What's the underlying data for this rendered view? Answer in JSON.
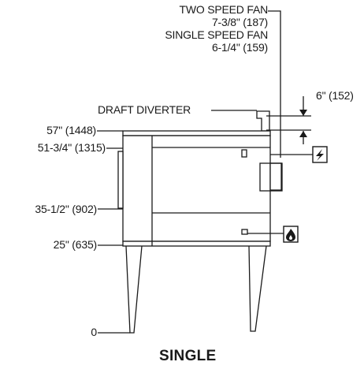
{
  "fan_callout": {
    "two_speed_label": "TWO SPEED FAN",
    "two_speed_dim": "7-3/8\" (187)",
    "single_speed_label": "SINGLE SPEED FAN",
    "single_speed_dim": "6-1/4\" (159)"
  },
  "draft_diverter_label": "DRAFT DIVERTER",
  "top_clearance_dim": "6\" (152)",
  "heights": {
    "overall": "57\" (1448)",
    "top_section": "51-3/4\" (1315)",
    "handle_low": "35-1/2\" (902)",
    "cabinet_bottom": "25\" (635)",
    "floor": "0"
  },
  "icons": {
    "electric": "electric-connection-icon",
    "gas": "gas-connection-icon"
  },
  "title": "SINGLE"
}
